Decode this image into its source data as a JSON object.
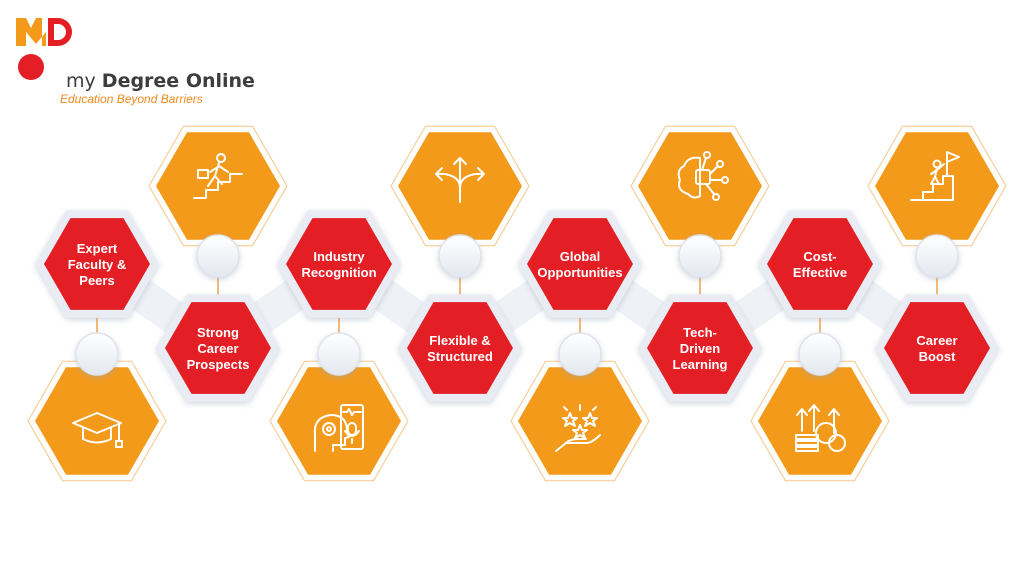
{
  "brand": {
    "name_prefix": "my ",
    "name_bold": "Degree Online",
    "tagline": "Education Beyond Barriers",
    "logo_colors": {
      "orange": "#f39a1b",
      "red": "#e31e24"
    }
  },
  "colors": {
    "red_hex": "#e31e24",
    "orange_hex": "#f39a1b",
    "connector": "#f0891d",
    "frame": "#e9edf3"
  },
  "benefits": [
    {
      "label_lines": [
        "Expert",
        "Faculty &",
        "Peers"
      ],
      "icon": "graduation-cap-icon"
    },
    {
      "label_lines": [
        "Strong",
        "Career",
        "Prospects"
      ],
      "icon": "climbing-stairs-icon"
    },
    {
      "label_lines": [
        "Industry",
        "Recognition"
      ],
      "icon": "gear-head-microphone-icon"
    },
    {
      "label_lines": [
        "Flexible &",
        "Structured"
      ],
      "icon": "branching-arrows-icon"
    },
    {
      "label_lines": [
        "Global",
        "Opportunities"
      ],
      "icon": "hand-stars-icon"
    },
    {
      "label_lines": [
        "Tech-",
        "Driven",
        "Learning"
      ],
      "icon": "ai-brain-icon"
    },
    {
      "label_lines": [
        "Cost-",
        "Effective"
      ],
      "icon": "savings-growth-icon"
    },
    {
      "label_lines": [
        "Career",
        "Boost"
      ],
      "icon": "summit-flag-icon"
    }
  ]
}
